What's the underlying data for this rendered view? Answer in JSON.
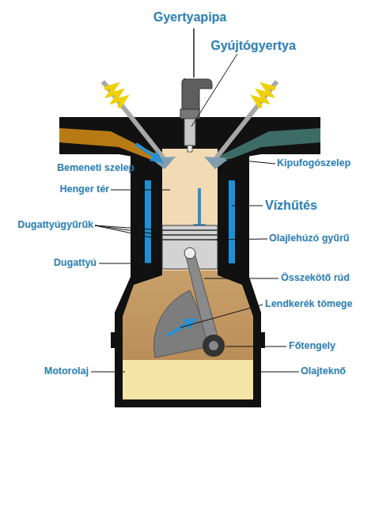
{
  "diagram": {
    "labels": [
      "Gyertyapipa",
      "Gyújtógyertya",
      "Bemeneti szelep",
      "Henger tér",
      "Dugattyúgyűrűk",
      "Dugattyú",
      "Motorolaj",
      "Kipufogószelep",
      "Vízhűtés",
      "Olajlehúzó gyűrű",
      "Összekötő rúd",
      "Lendkerék tömege",
      "Főtengely",
      "Olajteknő"
    ]
  }
}
